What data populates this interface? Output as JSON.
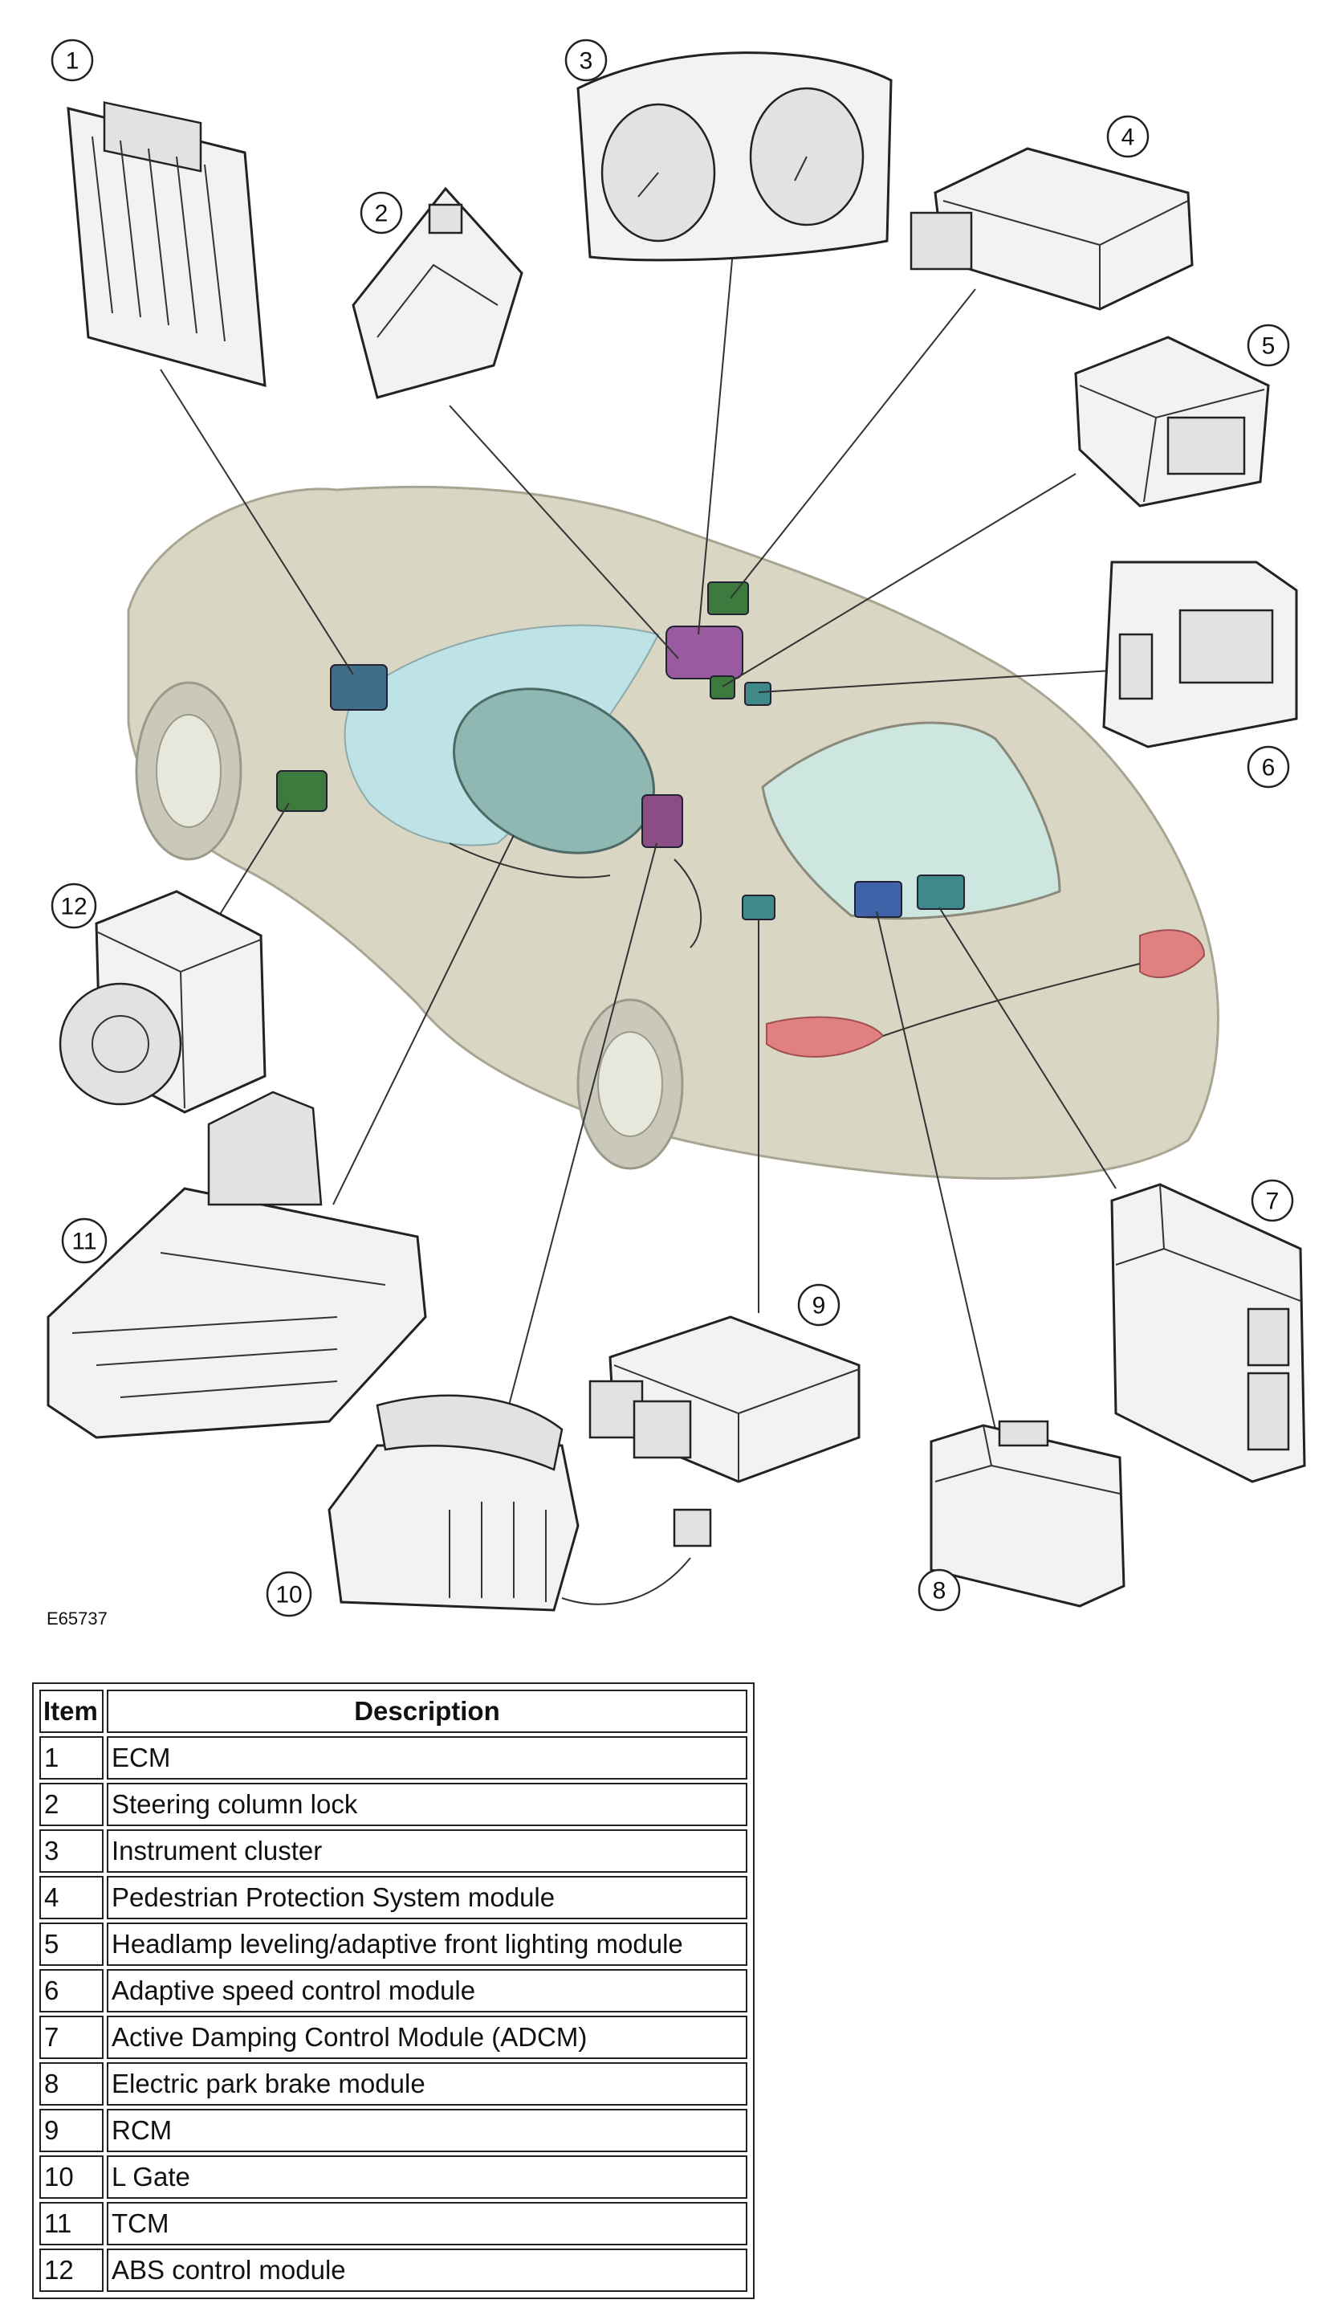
{
  "figure_id": "E65737",
  "callouts": [
    "1",
    "2",
    "3",
    "4",
    "5",
    "6",
    "7",
    "8",
    "9",
    "10",
    "11",
    "12"
  ],
  "colors": {
    "car_body": "#d9d7c4",
    "ecm_marker": "#3f6f86",
    "lock_marker": "#8a4d86",
    "cluster_marker": "#9a5aa0",
    "module_marker_green": "#3d7a3d",
    "module_marker_teal": "#3f8a88",
    "module_marker_blue": "#3f62a8",
    "glass": "#bde3e6",
    "tail_lamp": "#e08080"
  },
  "table": {
    "headers": [
      "Item",
      "Description"
    ],
    "rows": [
      {
        "item": "1",
        "description": "ECM"
      },
      {
        "item": "2",
        "description": "Steering column lock"
      },
      {
        "item": "3",
        "description": "Instrument cluster"
      },
      {
        "item": "4",
        "description": "Pedestrian Protection System module"
      },
      {
        "item": "5",
        "description": "Headlamp leveling/adaptive front lighting module"
      },
      {
        "item": "6",
        "description": "Adaptive speed control module"
      },
      {
        "item": "7",
        "description": "Active Damping Control Module (ADCM)"
      },
      {
        "item": "8",
        "description": "Electric park brake module"
      },
      {
        "item": "9",
        "description": "RCM"
      },
      {
        "item": "10",
        "description": "L Gate"
      },
      {
        "item": "11",
        "description": "TCM"
      },
      {
        "item": "12",
        "description": "ABS control module"
      }
    ]
  }
}
